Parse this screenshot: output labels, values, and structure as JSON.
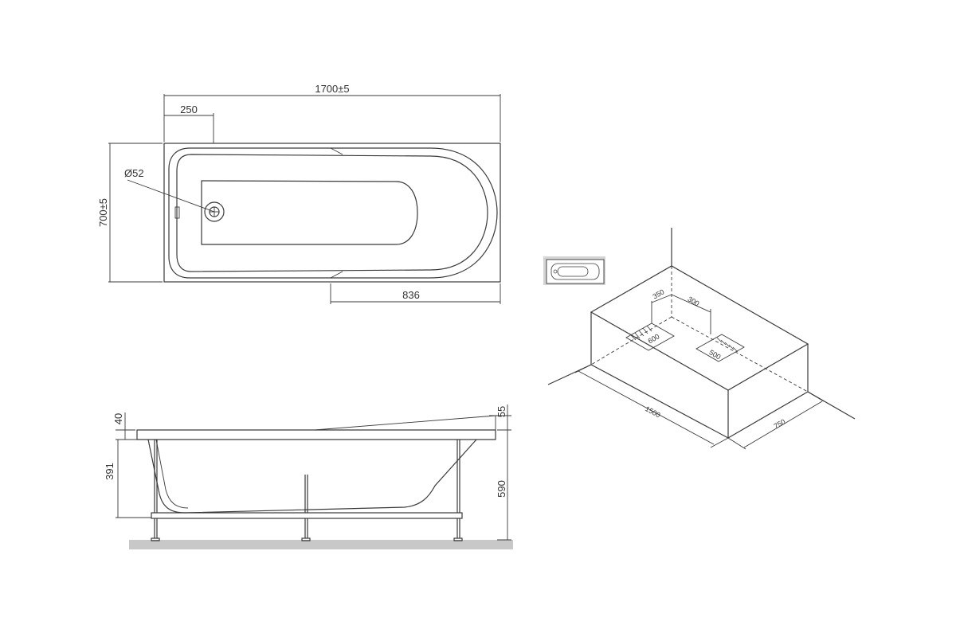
{
  "top_view": {
    "length_label": "1700±5",
    "width_label": "700±5",
    "drain_offset_label": "250",
    "drain_diameter_label": "Ø52",
    "headrest_length_label": "836"
  },
  "side_view": {
    "rim_label": "40",
    "rim_slope_label": "55",
    "depth_label": "391",
    "total_height_label": "590"
  },
  "installation_view": {
    "length_label": "1500",
    "width_label": "750",
    "dim_a_label": "350",
    "dim_b_label": "300",
    "dim_c_label": "600",
    "dim_d_label": "500"
  }
}
